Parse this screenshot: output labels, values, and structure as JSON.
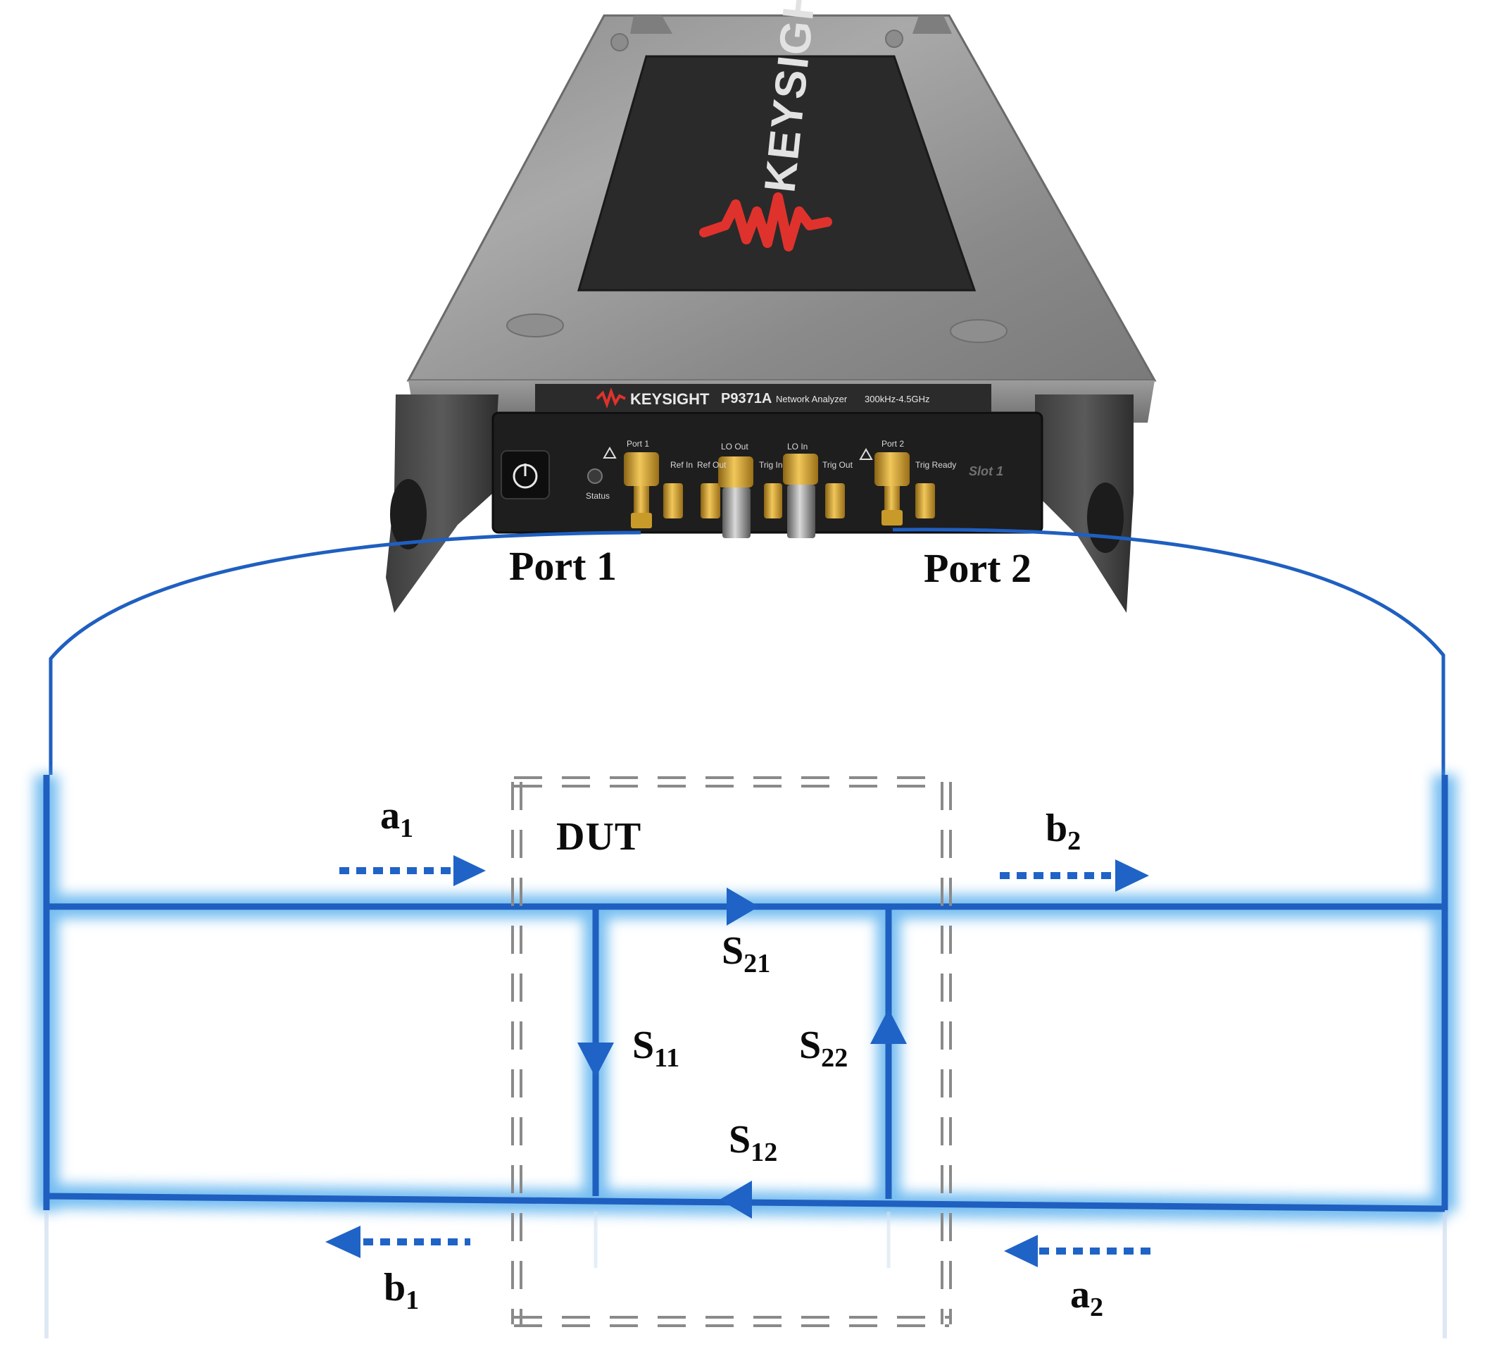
{
  "instrument": {
    "brand": "KEYSIGHT",
    "model": "P9371A",
    "description": "Network Analyzer",
    "freq_range": "300kHz-4.5GHz",
    "slot": "Slot 1",
    "connectors": {
      "port1": "Port 1",
      "ref_in": "Ref In",
      "ref_out": "Ref Out",
      "lo_out": "LO Out",
      "trig_in": "Trig In",
      "lo_in": "LO In",
      "trig_out": "Trig Out",
      "port2": "Port 2",
      "trig_ready": "Trig Ready",
      "status": "Status"
    }
  },
  "labels": {
    "port1": "Port 1",
    "port2": "Port 2",
    "dut": "DUT",
    "a1": {
      "base": "a",
      "sub": "1"
    },
    "b1": {
      "base": "b",
      "sub": "1"
    },
    "a2": {
      "base": "a",
      "sub": "2"
    },
    "b2": {
      "base": "b",
      "sub": "2"
    },
    "s21": {
      "base": "S",
      "sub": "21"
    },
    "s11": {
      "base": "S",
      "sub": "11"
    },
    "s22": {
      "base": "S",
      "sub": "22"
    },
    "s12": {
      "base": "S",
      "sub": "12"
    }
  },
  "colors": {
    "signal_line": "#1f5fc0",
    "glow": "#4aa8ec",
    "dut_border": "#8a8a8a",
    "case": "#9a9a9a",
    "panel": "#1c1c1c",
    "gold": "#d4a22a",
    "logo_red": "#e0322c"
  }
}
